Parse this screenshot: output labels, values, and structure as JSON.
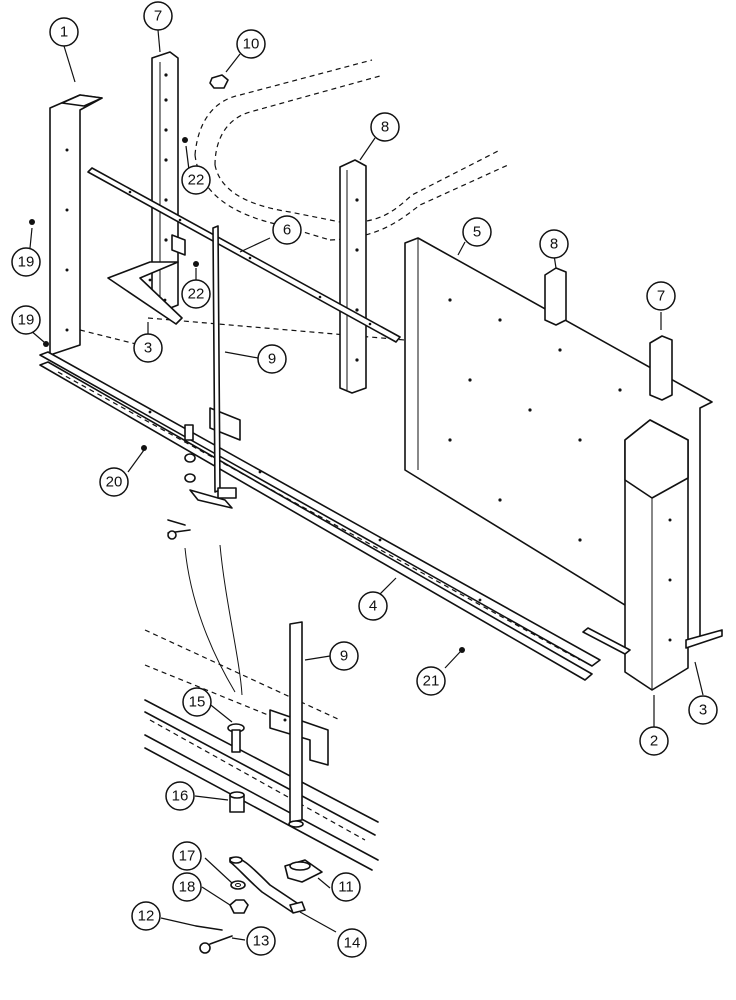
{
  "callouts": {
    "c1": "1",
    "c2": "2",
    "c3a": "3",
    "c3b": "3",
    "c4": "4",
    "c5": "5",
    "c6": "6",
    "c7a": "7",
    "c7b": "7",
    "c8a": "8",
    "c8b": "8",
    "c9a": "9",
    "c9b": "9",
    "c10": "10",
    "c11": "11",
    "c12": "12",
    "c13": "13",
    "c14": "14",
    "c15": "15",
    "c16": "16",
    "c17": "17",
    "c18": "18",
    "c19a": "19",
    "c19b": "19",
    "c20": "20",
    "c21": "21",
    "c22a": "22",
    "c22b": "22"
  }
}
